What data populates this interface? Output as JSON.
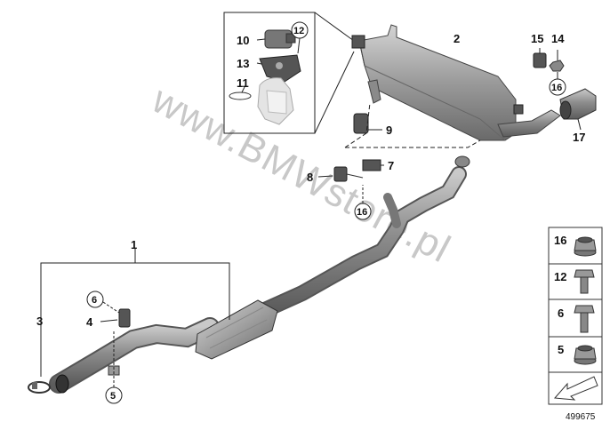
{
  "watermark": "www.BMWstore.pl",
  "drawing_number": "499675",
  "callouts": [
    {
      "id": "c1",
      "text": "1"
    },
    {
      "id": "c2",
      "text": "2"
    },
    {
      "id": "c3",
      "text": "3"
    },
    {
      "id": "c4",
      "text": "4"
    },
    {
      "id": "c5",
      "text": "5"
    },
    {
      "id": "c6",
      "text": "6"
    },
    {
      "id": "c7",
      "text": "7"
    },
    {
      "id": "c8",
      "text": "8"
    },
    {
      "id": "c9",
      "text": "9"
    },
    {
      "id": "c10",
      "text": "10"
    },
    {
      "id": "c11",
      "text": "11"
    },
    {
      "id": "c12",
      "text": "12"
    },
    {
      "id": "c13",
      "text": "13"
    },
    {
      "id": "c14",
      "text": "14"
    },
    {
      "id": "c15",
      "text": "15"
    },
    {
      "id": "c16a",
      "text": "16"
    },
    {
      "id": "c16b",
      "text": "16"
    },
    {
      "id": "c17",
      "text": "17"
    }
  ],
  "legend": [
    {
      "text": "16",
      "part": "flange-nut"
    },
    {
      "text": "12",
      "part": "hex-bolt-short"
    },
    {
      "text": "6",
      "part": "hex-bolt"
    },
    {
      "text": "5",
      "part": "flange-nut"
    }
  ]
}
